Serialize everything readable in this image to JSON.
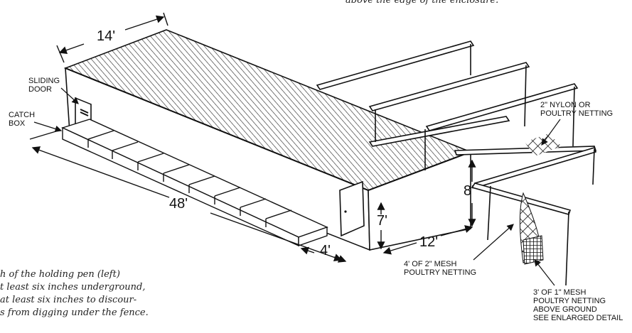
{
  "dimensions": {
    "width_14": "14'",
    "length_48": "48'",
    "height_7": "7'",
    "width_12": "12'",
    "catch_box_4": "4'",
    "fence_8": "8'"
  },
  "labels": {
    "sliding_door": [
      "SLIDING",
      "DOOR"
    ],
    "catch_box": [
      "CATCH",
      "BOX"
    ],
    "nylon_netting": [
      "2\" NYLON OR",
      "POULTRY NETTING"
    ],
    "mesh_4ft": [
      "4' OF 2\" MESH",
      "POULTRY NETTING"
    ],
    "mesh_3ft": [
      "3' OF 1\" MESH",
      "POULTRY NETTING",
      "ABOVE GROUND",
      "SEE ENLARGED DETAIL"
    ]
  },
  "caption": {
    "top": "above the edge of the enclosure.",
    "lines": [
      "h of the holding pen (left)",
      "t least six inches underground,",
      "at least six inches to discour-",
      "s from digging under the fence."
    ]
  },
  "colors": {
    "ink": "#111111",
    "paper": "#ffffff"
  }
}
